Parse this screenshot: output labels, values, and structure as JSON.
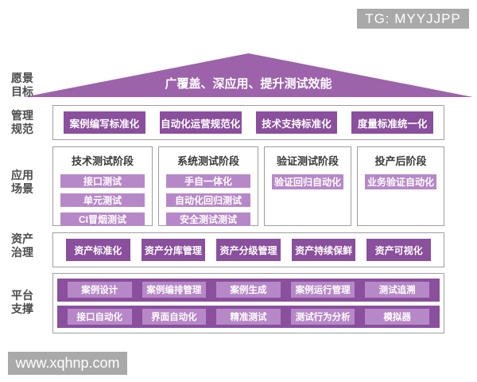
{
  "badge": "TG: MYYJJPP",
  "watermark": "www.xqhnp.com",
  "colors": {
    "roof_purple": "#9c63ab",
    "dark_purple": "#8a4f9d",
    "light_purple": "#b788c8",
    "gray": "#a9a9a9",
    "border_gray": "#9e9e9e"
  },
  "vision": {
    "label": [
      "愿景",
      "目标"
    ],
    "slogan": "广覆盖、深应用、提升测试效能"
  },
  "management": {
    "label": [
      "管理",
      "规范"
    ],
    "items": [
      "案例编写标准化",
      "自动化运营规范化",
      "技术支持标准化",
      "度量标准统一化"
    ]
  },
  "application": {
    "label": [
      "应用",
      "场景"
    ],
    "columns": [
      {
        "title": "技术测试阶段",
        "items": [
          "接口测试",
          "单元测试",
          "CI冒烟测试"
        ]
      },
      {
        "title": "系统测试阶段",
        "items": [
          "手自一体化",
          "自动化回归测试",
          "安全测试测试"
        ]
      },
      {
        "title": "验证测试阶段",
        "items": [
          "验证回归自动化"
        ]
      },
      {
        "title": "投产后阶段",
        "items": [
          "业务验证自动化"
        ]
      }
    ]
  },
  "asset": {
    "label": [
      "资产",
      "治理"
    ],
    "items": [
      "资产标准化",
      "资产分库管理",
      "资产分级管理",
      "资产持续保鲜",
      "资产可视化"
    ]
  },
  "platform": {
    "label": [
      "平台",
      "支撑"
    ],
    "rows": [
      [
        "案例设计",
        "案例编排管理",
        "案例生成",
        "案例运行管理",
        "测试追溯"
      ],
      [
        "接口自动化",
        "界面自动化",
        "精准测试",
        "测试行为分析",
        "模拟器"
      ]
    ]
  }
}
